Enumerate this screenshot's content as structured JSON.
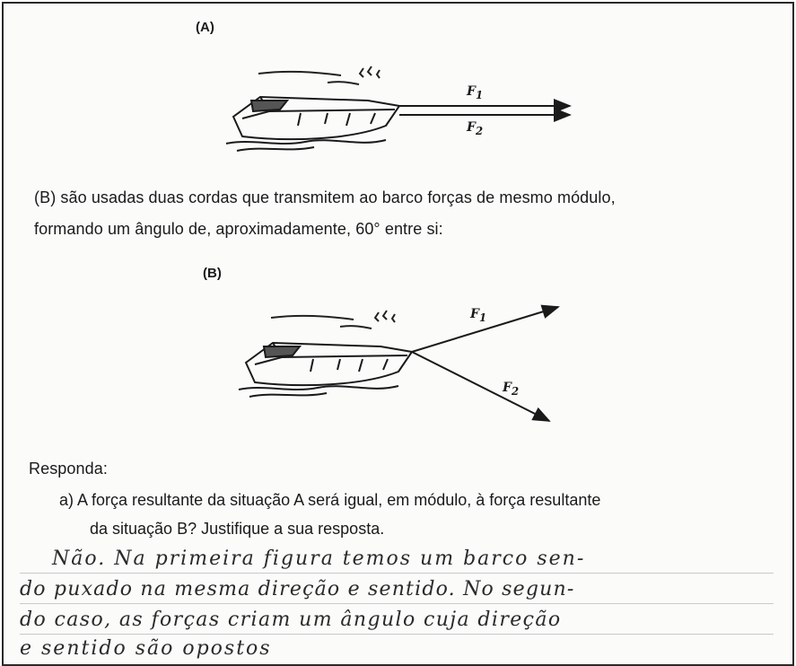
{
  "figure_a": {
    "label": "(A)",
    "f1": "F",
    "f1_sub": "1",
    "f2": "F",
    "f2_sub": "2"
  },
  "text_b": {
    "line1": "(B) são usadas duas cordas que transmitem ao barco forças de mesmo módulo,",
    "line2": "formando um ângulo de, aproximadamente, 60° entre si:"
  },
  "figure_b": {
    "label": "(B)",
    "f1": "F",
    "f1_sub": "1",
    "f2": "F",
    "f2_sub": "2"
  },
  "question": {
    "prompt": "Responda:",
    "a_line1": "a)  A força resultante da situação A será igual, em módulo, à força resultante",
    "a_line2": "da situação B? Justifique a sua resposta."
  },
  "answer": {
    "line1": "Não. Na primeira figura temos um barco sen-",
    "line2": "do puxado na mesma direção e sentido. No segun-",
    "line3": "do caso, as forças criam um ângulo  cuja direção",
    "line4": "e sentido são opostos"
  }
}
